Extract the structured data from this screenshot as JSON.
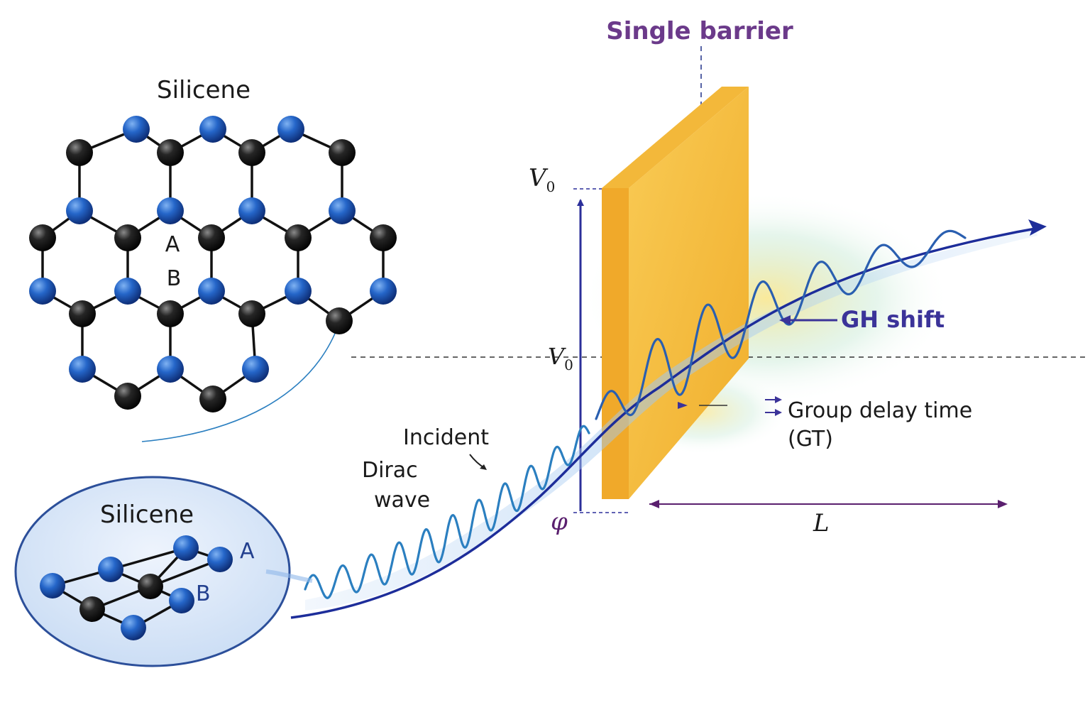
{
  "labels": {
    "title_barrier": "Single barrier",
    "silicene_top": "Silicene",
    "silicene_inset": "Silicene",
    "sublattice_a": "A",
    "sublattice_b": "B",
    "inset_a": "A",
    "inset_b": "B",
    "v0_top": "V",
    "v0_top_sub": "0",
    "v0_mid": "V",
    "v0_mid_sub": "0",
    "gh_shift": "GH shift",
    "group_delay_line1": "Group delay time",
    "group_delay_line2": "(GT)",
    "incident_line1": "Incident",
    "incident_line2": "Dirac",
    "incident_line3": "wave",
    "phi": "φ",
    "length": "L"
  },
  "colors": {
    "barrier_face": "#F6BF3C",
    "barrier_side": "#E9A321",
    "blue_atom": "#1F5FC8",
    "black_atom": "#1A1A1A",
    "wave": "#2B7FC0",
    "beam_path": "#1D2D9A",
    "barrier_title": "#6B3A8A",
    "gh_label": "#3B3399",
    "length_arrow": "#5A1F6E",
    "inset_fill": "#D8E6F8",
    "inset_border": "#2C4F9A"
  },
  "icons": {
    "arrow_head": "triangle-arrow-icon"
  }
}
